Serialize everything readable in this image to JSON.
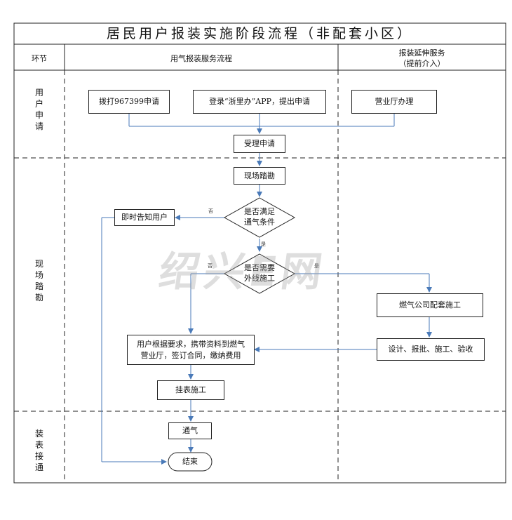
{
  "title": "居民用户报装实施阶段流程（非配套小区）",
  "header": {
    "stage": "环节",
    "main_flow": "用气报装服务流程",
    "extension_line1": "报装延伸服务",
    "extension_line2": "（提前介入）"
  },
  "stages": {
    "apply": [
      "用",
      "户",
      "申",
      "请"
    ],
    "survey": [
      "现",
      "场",
      "踏",
      "勘"
    ],
    "connect": [
      "装",
      "表",
      "接",
      "通"
    ]
  },
  "nodes": {
    "call": "拨打967399申请",
    "app": "登录“浙里办”APP，提出申请",
    "hall": "营业厅办理",
    "accept": "受理申请",
    "survey": "现场踏勘",
    "decision1_line1": "是否满足",
    "decision1_line2": "通气条件",
    "notify": "即时告知用户",
    "decision2_line1": "是否需要",
    "decision2_line2": "外线施工",
    "company": "燃气公司配套施工",
    "design": "设计、报批、施工、验收",
    "contract_line1": "用户根据要求，携带资料到燃气",
    "contract_line2": "营业厅，签订合同，缴纳费用",
    "meter": "挂表施工",
    "gas_on": "通气",
    "end": "结束"
  },
  "edge_labels": {
    "no": "否",
    "yes": "是"
  },
  "watermark": "绍兴E网",
  "colors": {
    "arrow": "#4a7ab8",
    "border": "#222222"
  }
}
